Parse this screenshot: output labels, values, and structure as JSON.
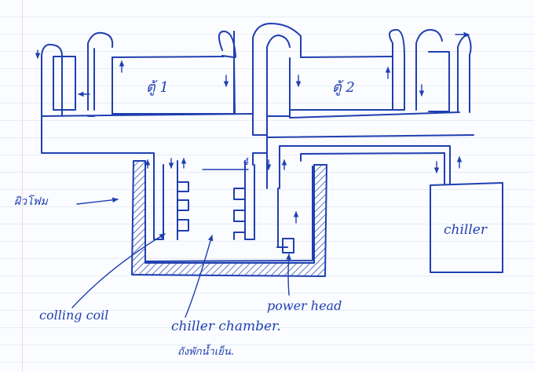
{
  "labels": {
    "tank1": "ตู้ 1",
    "tank2": "ตู้ 2",
    "foam_wall": "ผิวโฟม",
    "chiller": "chiller",
    "cooling_coil": "colling coil",
    "chiller_chamber": "chiller chamber.",
    "chiller_chamber_sub": "ถังพักน้ำเย็น.",
    "power_head": "power head",
    "marker_four": "4"
  },
  "colors": {
    "ink": "#1f3fb0",
    "paper": "#fbfcff",
    "ruled_line": "#e6ecf7"
  }
}
